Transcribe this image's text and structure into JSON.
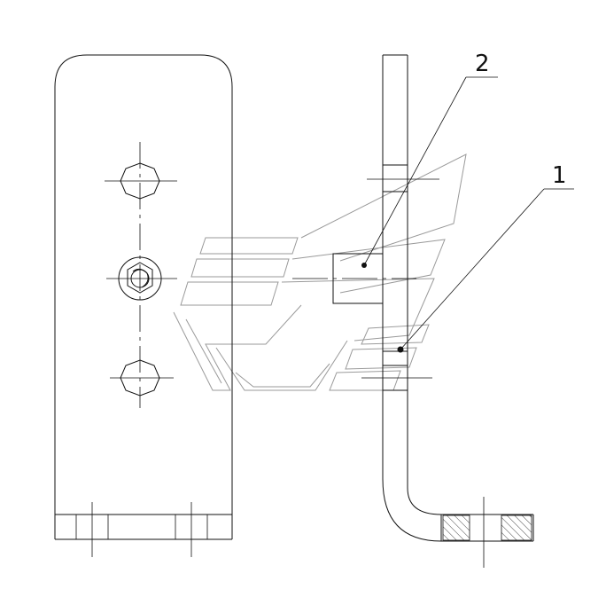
{
  "drawing": {
    "callouts": [
      {
        "id": "1",
        "label": "1"
      },
      {
        "id": "2",
        "label": "2"
      }
    ]
  }
}
